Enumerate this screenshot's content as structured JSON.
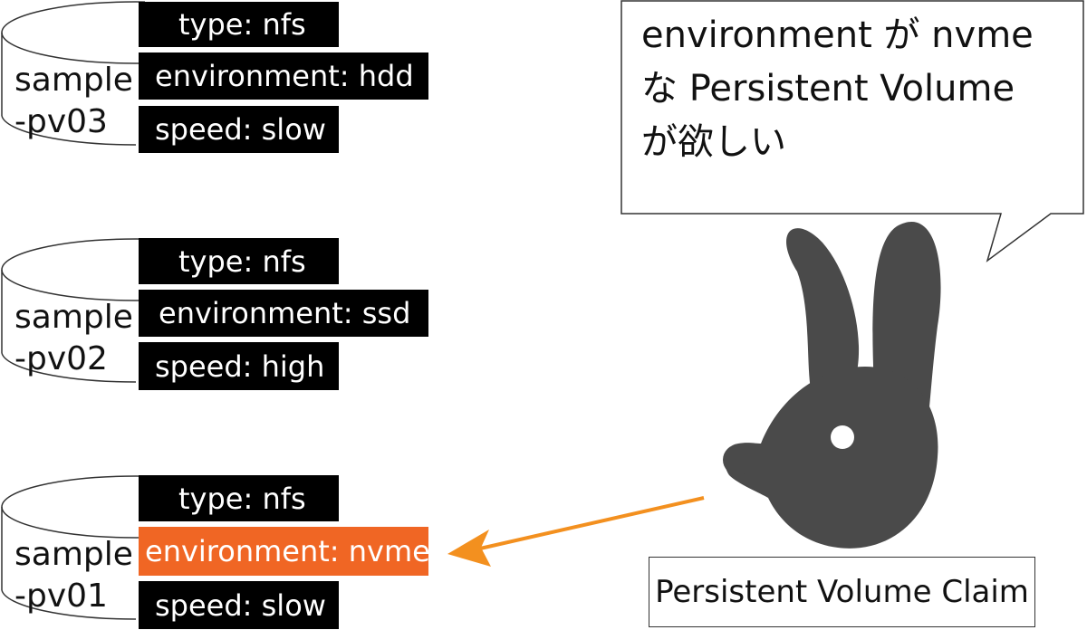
{
  "volumes": [
    {
      "name": "sample\n-pv03",
      "labels": [
        "type: nfs",
        "environment: hdd",
        "speed: slow"
      ],
      "highlight": null
    },
    {
      "name": "sample\n-pv02",
      "labels": [
        "type: nfs",
        "environment: ssd",
        "speed: high"
      ],
      "highlight": null
    },
    {
      "name": "sample\n-pv01",
      "labels": [
        "type: nfs",
        "environment: nvme",
        "speed: slow"
      ],
      "highlight": 1
    }
  ],
  "speech": {
    "lines": [
      "environment が nvme",
      "な Persistent Volume",
      "が欲しい"
    ]
  },
  "claim": {
    "label": "Persistent Volume Claim"
  },
  "colors": {
    "label_bg": "#000000",
    "highlight_bg": "#f06624",
    "arrow": "#f3901f",
    "mascot": "#4a4a4a"
  },
  "icons": {
    "volume": "cylinder-icon",
    "claimant": "rabbit-icon"
  }
}
